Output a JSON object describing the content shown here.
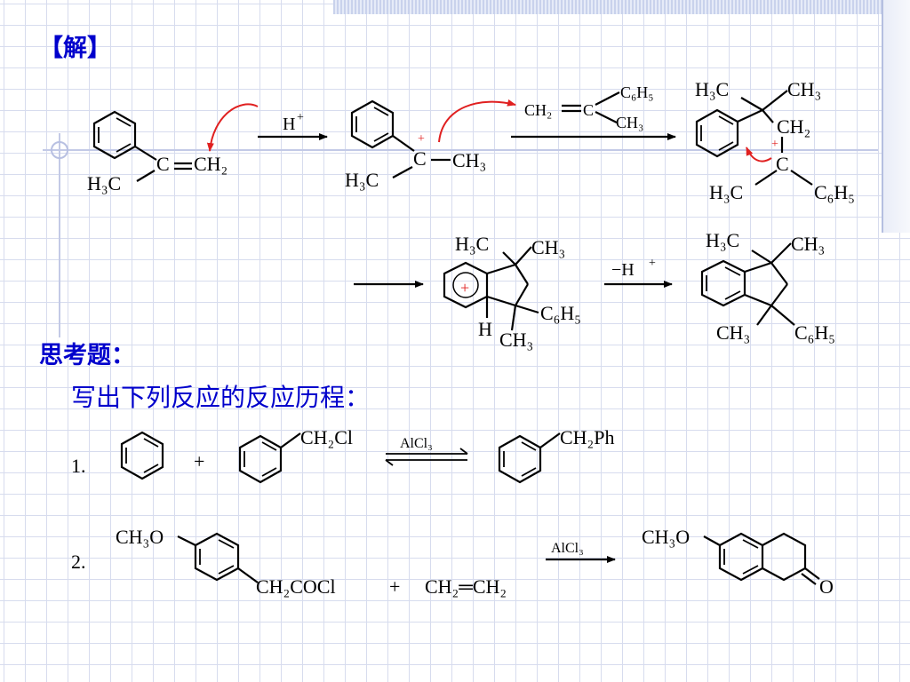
{
  "header": {
    "answer_label": "【解】"
  },
  "question": {
    "title": "思考题：",
    "text": "写出下列反应的反应历程："
  },
  "mechanism": {
    "proton": "H",
    "plus": "+",
    "minus_proton": "−H",
    "alkene_ch2": "CH₂",
    "alkene_c": "C",
    "c6h5": "C₆H₅",
    "ch3": "CH₃",
    "h3c": "H₃C",
    "c": "C",
    "ch2": "CH₂",
    "h": "H"
  },
  "problem1": {
    "number": "1.",
    "plus": "+",
    "reagent": "CH₂Cl",
    "catalyst": "AlCl₃",
    "product": "CH₂Ph"
  },
  "problem2": {
    "number": "2.",
    "reagent_sub": "CH₃O",
    "reagent_chain": "CH₂COCl",
    "plus": "+",
    "ethylene": "CH₂═CH₂",
    "catalyst": "AlCl₃",
    "product_sub": "CH₃O",
    "product_o": "O"
  }
}
